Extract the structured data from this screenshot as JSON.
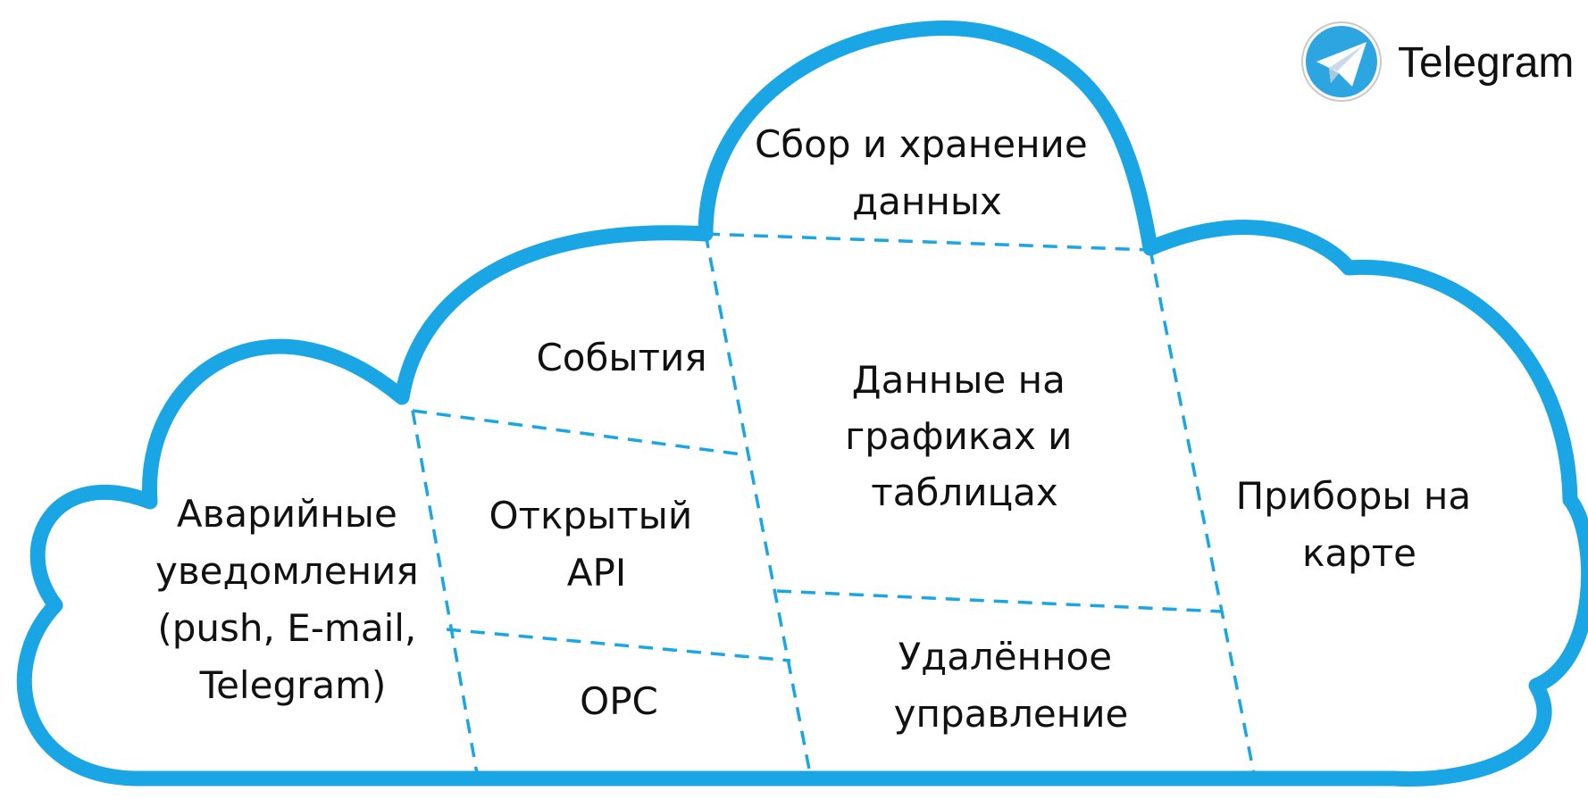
{
  "brand": {
    "name": "Telegram",
    "icon": "telegram-paper-plane-icon",
    "icon_color": "#2ca5e0"
  },
  "colors": {
    "cloud_outline": "#1aa6e4",
    "text": "#111111"
  },
  "regions": {
    "data_storage": [
      "Сбор и хранение",
      "данных"
    ],
    "events": [
      "События"
    ],
    "charts_tables": [
      "Данные на",
      "графиках и",
      "таблицах"
    ],
    "alerts": [
      "Аварийные",
      "уведомления",
      "(push, E-mail,",
      "Telegram)"
    ],
    "open_api": [
      "Открытый",
      "API"
    ],
    "devices_map": [
      "Приборы на",
      "карте"
    ],
    "opc": [
      "OPC"
    ],
    "remote_control": [
      "Удалённое",
      "управление"
    ]
  }
}
